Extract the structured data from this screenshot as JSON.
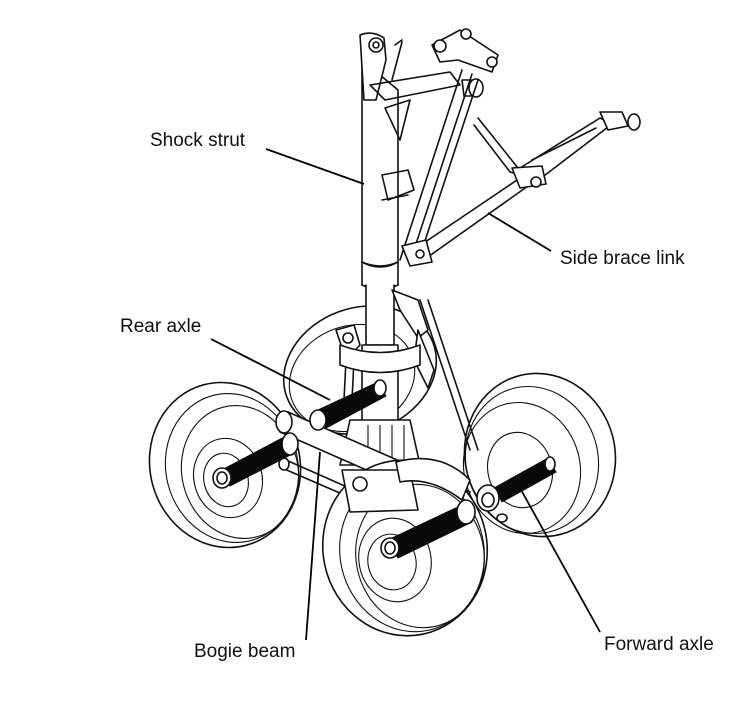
{
  "diagram": {
    "subject": "Aircraft main landing gear (four-wheel bogie)",
    "labels": {
      "shock_strut": "Shock strut",
      "side_brace_link": "Side brace link",
      "rear_axle": "Rear axle",
      "bogie_beam": "Bogie beam",
      "forward_axle": "Forward axle"
    },
    "colors": {
      "ink": "#111111",
      "background": "#ffffff"
    }
  }
}
